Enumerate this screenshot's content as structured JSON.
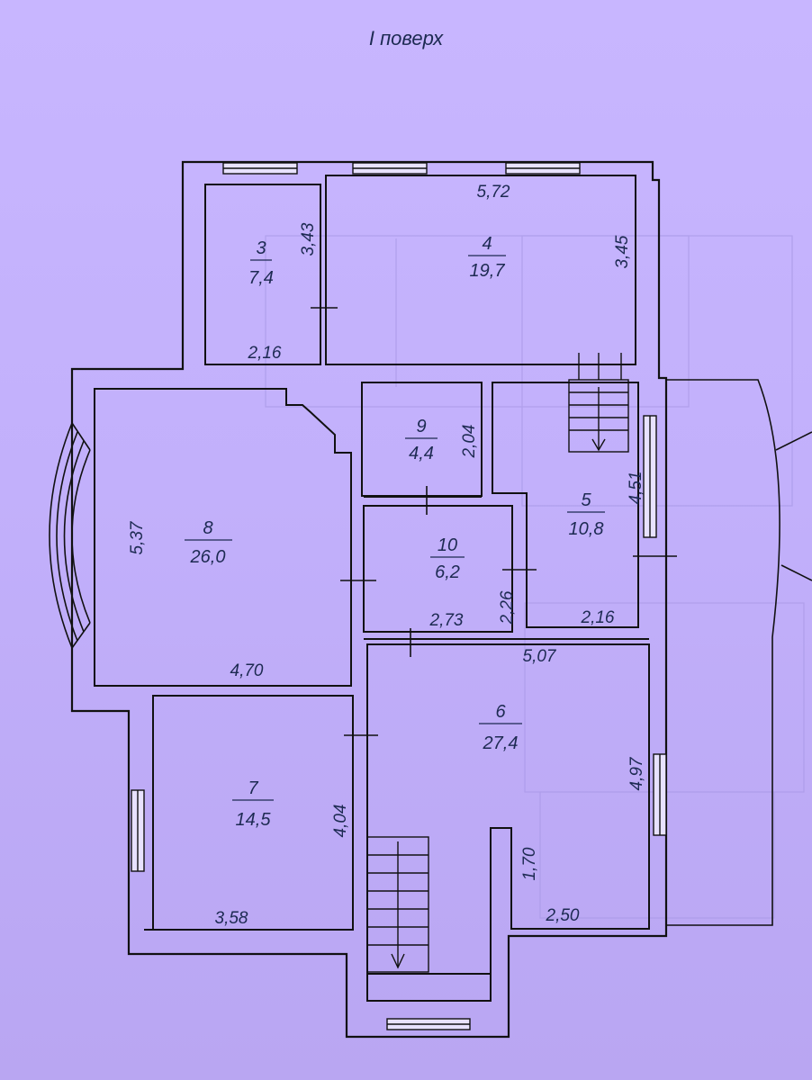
{
  "title": "I поверх",
  "rooms": [
    {
      "number": "3",
      "area": "7,4"
    },
    {
      "number": "4",
      "area": "19,7"
    },
    {
      "number": "8",
      "area": "26,0"
    },
    {
      "number": "9",
      "area": "4,4"
    },
    {
      "number": "5",
      "area": "10,8"
    },
    {
      "number": "10",
      "area": "6,2"
    },
    {
      "number": "6",
      "area": "27,4"
    },
    {
      "number": "7",
      "area": "14,5"
    }
  ],
  "dimensions": {
    "r4_top": "5,72",
    "r3_right": "3,43",
    "r4_right": "3,45",
    "r3_bottom": "2,16",
    "r9_right": "2,04",
    "r5_right": "4,51",
    "r8_left": "5,37",
    "r10_right": "2,26",
    "r10_bottom": "2,73",
    "r5_bottom": "2,16",
    "r8_bottom": "4,70",
    "r6_top": "5,07",
    "r6_right": "4,97",
    "r7_right": "4,04",
    "r6_inner": "1,70",
    "r7_bottom": "3,58",
    "r6_bottom": "2,50"
  },
  "colors": {
    "background": "#c4b2fd",
    "wall": "#111111",
    "text": "#1d2a52"
  }
}
